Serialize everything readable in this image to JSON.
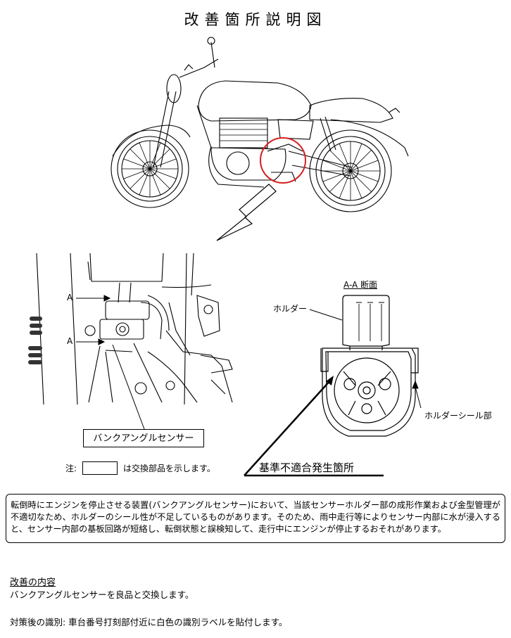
{
  "title": "改善箇所説明図",
  "labels": {
    "arrow_a_top": "A",
    "arrow_a_bottom": "A",
    "section": "A-A 断面",
    "holder": "ホルダー",
    "holder_seal": "ホルダーシール部",
    "sensor": "バンクアングルセンサー",
    "note_prefix": "注:",
    "note_suffix": "は交換部品を示します。",
    "fault_location": "基準不適合発生箇所"
  },
  "description": "転倒時にエンジンを停止させる装置(バンクアングルセンサー)において、当該センサーホルダー部の成形作業および金型管理が不適切なため、ホルダーのシール性が不足しているものがあります。そのため、雨中走行等によりセンサー内部に水が浸入すると、センサー内部の基板回路が短絡し、転倒状態と誤検知して、走行中にエンジンが停止するおそれがあります。",
  "improvement": {
    "heading": "改善の内容",
    "body": "バンクアングルセンサーを良品と交換します。"
  },
  "identification": "対策後の識別: 車台番号打刻部付近に白色の識別ラベルを貼付します。",
  "colors": {
    "highlight_circle": "#d42020",
    "line": "#000000"
  }
}
